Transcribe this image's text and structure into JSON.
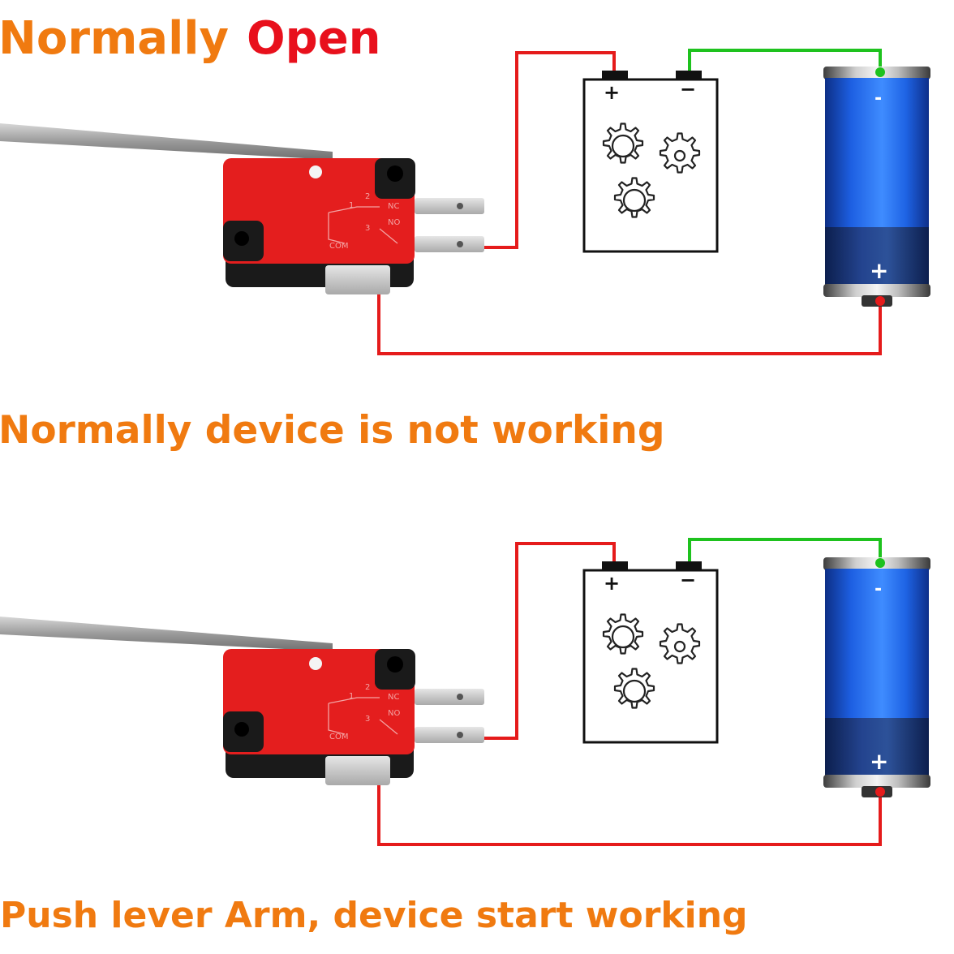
{
  "title": {
    "word1": "Normally",
    "word2": "Open"
  },
  "captions": {
    "top": "Normally device is not working",
    "bottom": "Push lever Arm,  device start working"
  },
  "switch_labels": {
    "nc": "NC",
    "no": "NO",
    "com": "COM",
    "pin1": "1",
    "pin2": "2",
    "pin3": "3"
  },
  "load_labels": {
    "positive": "+",
    "negative": "−"
  },
  "battery_labels": {
    "negative": "-",
    "positive": "+"
  },
  "colors": {
    "title_orange": "#f07a10",
    "title_red": "#e8101c",
    "wire_red": "#e51b1b",
    "wire_green": "#1ec21e",
    "switch_red": "#e41e1e",
    "battery_blue": "#1a5de0"
  },
  "icons": {
    "switch": "microswitch-lever-icon",
    "load": "gear-device-icon",
    "battery": "battery-icon"
  }
}
